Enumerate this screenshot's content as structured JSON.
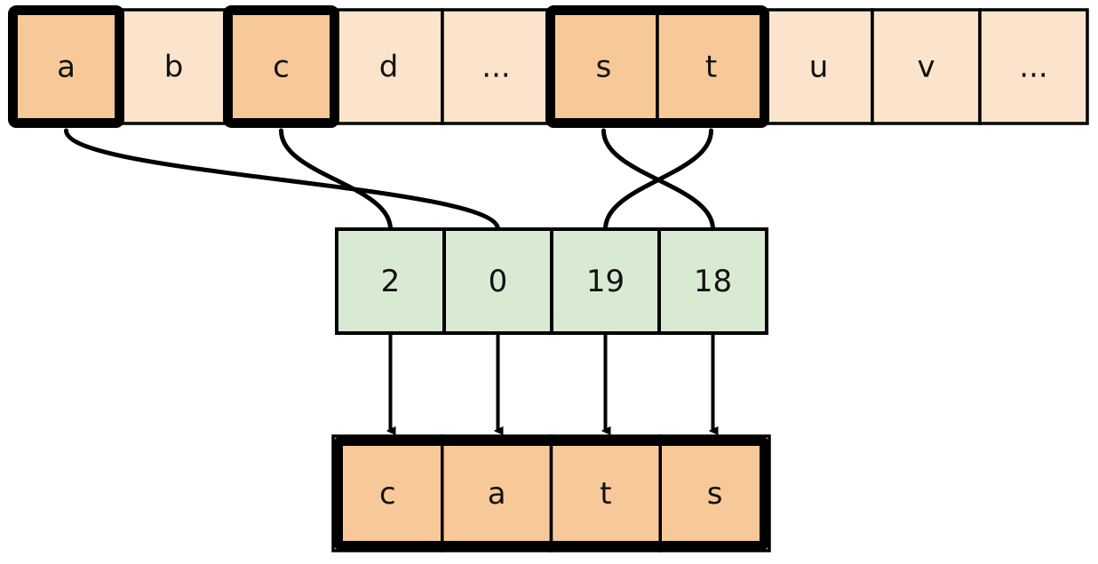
{
  "diagram": {
    "title": "alphabet-index-lookup-to-word",
    "type": "index-mapping-diagram",
    "colors": {
      "highlight_fill": "#f8c998",
      "plain_fill": "#fbe3cc",
      "index_fill": "#d8ead1",
      "stroke": "#000000",
      "text": "#111111",
      "background": "#ffffff"
    },
    "alphabet_row": {
      "name": "alphabet-strip",
      "cells": [
        {
          "label": "a",
          "highlighted": true,
          "index": 0
        },
        {
          "label": "b",
          "highlighted": false,
          "index": 1
        },
        {
          "label": "c",
          "highlighted": true,
          "index": 2
        },
        {
          "label": "d",
          "highlighted": false,
          "index": 3
        },
        {
          "label": "...",
          "highlighted": false,
          "index": 4
        },
        {
          "label": "s",
          "highlighted": true,
          "index": 18
        },
        {
          "label": "t",
          "highlighted": true,
          "index": 19
        },
        {
          "label": "u",
          "highlighted": false,
          "index": 20
        },
        {
          "label": "v",
          "highlighted": false,
          "index": 21
        },
        {
          "label": "...",
          "highlighted": false,
          "index": 22
        }
      ]
    },
    "index_row": {
      "name": "index-array",
      "cells": [
        {
          "label": "2"
        },
        {
          "label": "0"
        },
        {
          "label": "19"
        },
        {
          "label": "18"
        }
      ]
    },
    "word_row": {
      "name": "decoded-word",
      "cells": [
        {
          "label": "c"
        },
        {
          "label": "a"
        },
        {
          "label": "t"
        },
        {
          "label": "s"
        }
      ]
    },
    "connections": [
      {
        "from": "a",
        "to": "0",
        "style": "curve"
      },
      {
        "from": "c",
        "to": "2",
        "style": "curve"
      },
      {
        "from": "s",
        "to": "18",
        "style": "curve"
      },
      {
        "from": "t",
        "to": "19",
        "style": "curve"
      },
      {
        "from": "2",
        "to": "c",
        "style": "arrow"
      },
      {
        "from": "0",
        "to": "a",
        "style": "arrow"
      },
      {
        "from": "19",
        "to": "t",
        "style": "arrow"
      },
      {
        "from": "18",
        "to": "s",
        "style": "arrow"
      }
    ]
  }
}
